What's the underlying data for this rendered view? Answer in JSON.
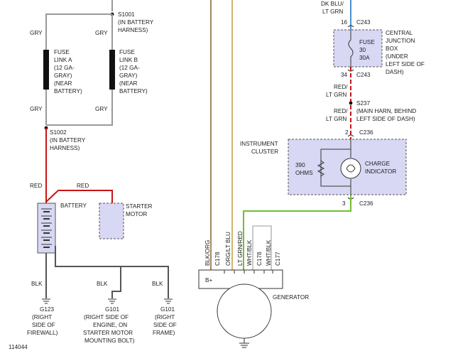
{
  "labels": {
    "s1001": "S1001",
    "s1001_note1": "(IN BATTERY",
    "s1001_note2": "HARNESS)",
    "gry": "GRY",
    "fuse_link_a": [
      "FUSE",
      "LINK A",
      "(12 GA-",
      "GRAY)",
      "(NEAR",
      "BATTERY)"
    ],
    "fuse_link_b": [
      "FUSE",
      "LINK B",
      "(12 GA-",
      "GRAY)",
      "(NEAR",
      "BATTERY)"
    ],
    "s1002": "S1002",
    "s1002_note1": "(IN BATTERY",
    "s1002_note2": "HARNESS)",
    "red": "RED",
    "battery": "BATTERY",
    "starter_motor": [
      "STARTER",
      "MOTOR"
    ],
    "blk": "BLK",
    "g123": [
      "G123",
      "(RIGHT",
      "SIDE OF",
      "FIREWALL)"
    ],
    "g101_engine": [
      "G101",
      "(RIGHT SIDE OF",
      "ENGINE, ON",
      "STARTER MOTOR",
      "MOUNTING BOLT)"
    ],
    "g101_frame": [
      "G101",
      "(RIGHT",
      "SIDE OF",
      "FRAME)"
    ],
    "dk_blu": "DK BLU/",
    "lt_grn": "LT GRN",
    "pin16": "16",
    "c243": "C243",
    "fuse_30": [
      "FUSE",
      "30",
      "30A"
    ],
    "central_box": [
      "CENTRAL",
      "JUNCTION",
      "BOX",
      "(UNDER",
      "LEFT SIDE OF",
      "DASH)"
    ],
    "pin34": "34",
    "red_slash": "RED/",
    "s237": "S237",
    "s237_note": [
      "(MAIN HARN, BEHIND",
      "LEFT SIDE OF DASH)"
    ],
    "pin2": "2",
    "c236": "C236",
    "instrument_cluster": [
      "INSTRUMENT",
      "CLUSTER"
    ],
    "ohms": [
      "390",
      "OHMS"
    ],
    "charge_indicator": [
      "CHARGE",
      "INDICATOR"
    ],
    "pin3": "3",
    "blk_org": "BLK/ORG",
    "c178": "C178",
    "org_lt_blu": "ORG/LT BLU",
    "lt_grn_red": "LT GRN/RED",
    "wht_blk": "WHT/BLK",
    "c177": "C177",
    "b_plus": "B+",
    "generator": "GENERATOR",
    "figure_id": "114044"
  },
  "colors": {
    "gray_wire": "#9a9a9a",
    "red_wire": "#c81414",
    "black_wire": "#555555",
    "green_wire": "#6fbf2e",
    "brown_wire": "#8a6a3a",
    "tan_wire": "#c8a24a",
    "component_fill": "#d8d8f4"
  }
}
